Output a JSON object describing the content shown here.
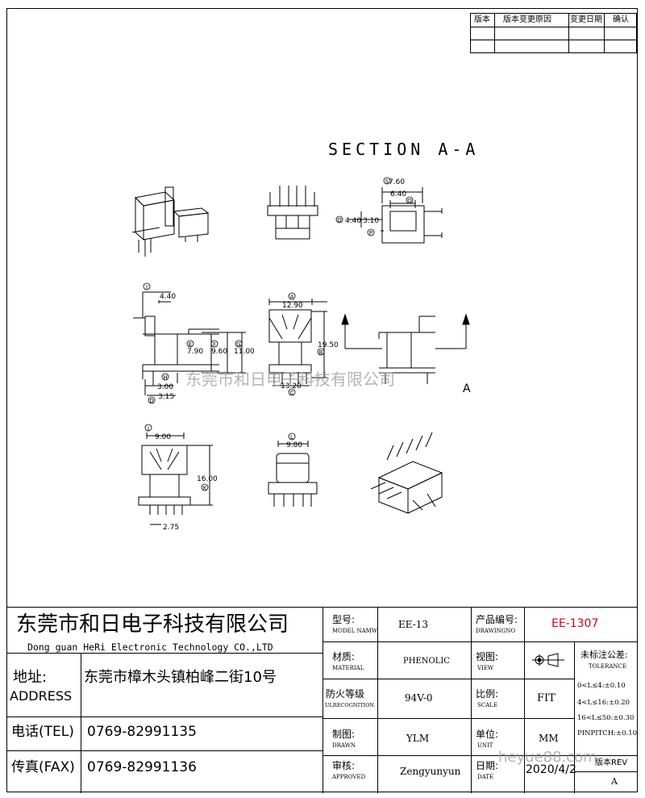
{
  "revision_table": {
    "headers": [
      "版本",
      "版本变更原因",
      "变更日期",
      "确认"
    ]
  },
  "drawing": {
    "section_title": "SECTION A-A",
    "section_mark": "A",
    "dims": {
      "d760": "7.60",
      "d640": "6.40",
      "d440": "4.40",
      "d310": "3.10",
      "d440b": "4.40",
      "d1290": "12.90",
      "d790": "7.90",
      "d960": "9.60",
      "d1100": "11.00",
      "d1950": "19.50",
      "d300": "3.00",
      "d315": "3.15",
      "d1320": "13.20",
      "d900": "9.00",
      "d980": "9.80",
      "d1600": "16.00",
      "d275": "2.75"
    },
    "letters": {
      "a": "A",
      "b": "B",
      "c": "C",
      "d": "D",
      "e": "E",
      "f": "F",
      "g": "G",
      "h": "H",
      "i": "I",
      "j": "J",
      "k": "K",
      "l": "L",
      "o": "O",
      "p": "P",
      "q": "Q",
      "s": "S"
    }
  },
  "watermark": {
    "company": "东莞市和日电子科技有限公司",
    "site": "heyue88.com"
  },
  "title_block": {
    "company_cn": "东莞市和日电子科技有限公司",
    "company_en": "Dong guan HeRi Electronic Technology CO.,LTD",
    "address_label_cn": "地址:",
    "address_label_en": "ADDRESS",
    "address_value": "东莞市樟木头镇柏峰二街10号",
    "tel_label": "电话(TEL)",
    "tel_value": "0769-82991135",
    "fax_label": "传真(FAX)",
    "fax_value": "0769-82991136",
    "model_label_cn": "型号:",
    "model_label_en": "MODEL NAMW",
    "model_value": "EE-13",
    "material_label_cn": "材质:",
    "material_label_en": "MATERIAL",
    "material_value": "PHENOLIC",
    "fire_label_cn": "防火等级",
    "fire_label_en": "ULRECOGNITION",
    "fire_value": "94V-0",
    "drawn_label_cn": "制图:",
    "drawn_label_en": "DRAWN",
    "drawn_value": "YLM",
    "approved_label_cn": "审核:",
    "approved_label_en": "APPROVED",
    "approved_value": "Zengyunyun",
    "drawingno_label_cn": "产品编号:",
    "drawingno_label_en": "DRAWINGNO",
    "drawingno_value": "EE-1307",
    "view_label_cn": "视图:",
    "view_label_en": "VIEW",
    "scale_label_cn": "比例:",
    "scale_label_en": "SCALE",
    "scale_value": "FIT",
    "unit_label_cn": "单位:",
    "unit_label_en": "UNIT",
    "unit_value": "MM",
    "date_label_cn": "日期:",
    "date_label_en": "DATE",
    "date_value": "2020/4/2",
    "tolerance_label_cn": "未标注公差:",
    "tolerance_label_en": "TOLERANCE",
    "tol1": "0<L≤4:±0.10",
    "tol2": "4<L≤16:±0.20",
    "tol3": "16<L≤50:±0.30",
    "tol4": "PINPITCH:±0.10",
    "rev_label": "版本REV",
    "rev_value": "A"
  }
}
